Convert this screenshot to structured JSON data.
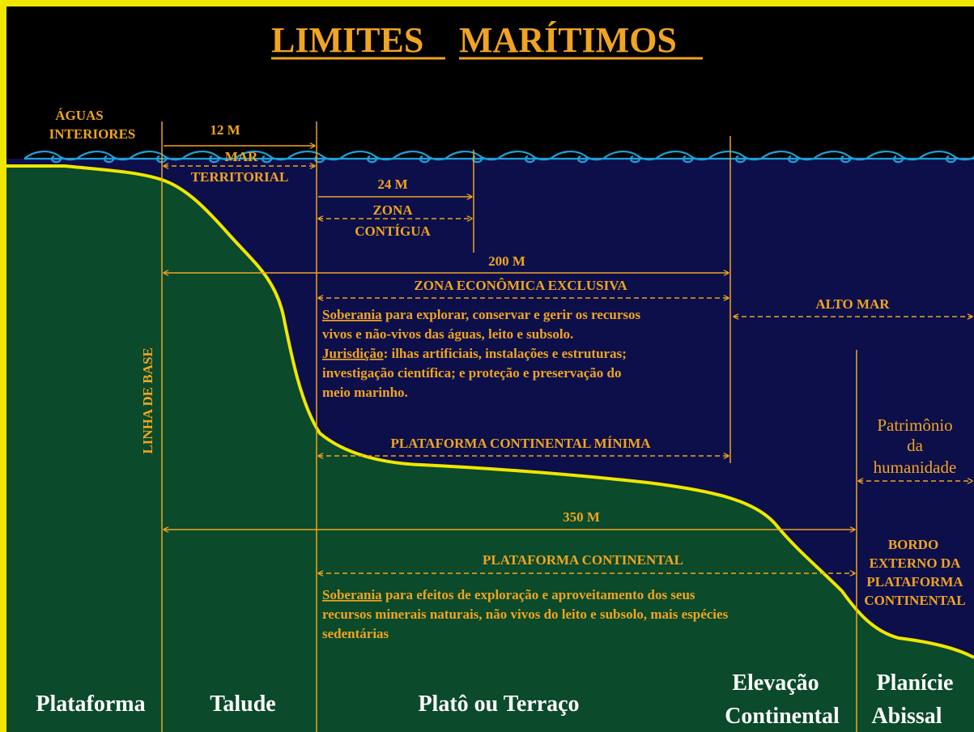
{
  "title_part1": "LIMITES",
  "title_part2": "MARÍTIMOS",
  "zones": {
    "aguas_line1": "ÁGUAS",
    "aguas_line2": "INTERIORES",
    "dist_12": "12  M",
    "mar_line1": "MAR",
    "mar_line2": "TERRITORIAL",
    "dist_24": "24  M",
    "zona_line1": "ZONA",
    "zona_line2": "CONTÍGUA",
    "dist_200": "200  M",
    "zee_label": "ZONA ECONÔMICA  EXCLUSIVA",
    "alto_mar": "ALTO MAR",
    "pcm_label": "PLATAFORMA CONTINENTAL MÍNIMA",
    "dist_350": "350 M",
    "pc_label": "PLATAFORMA CONTINENTAL",
    "linha_base": "LINHA DE BASE"
  },
  "zee_text": {
    "l1_term": "Soberania",
    "l1_rest": " para explorar, conservar e gerir os recursos",
    "l2": "vivos e não-vivos das águas, leito e subsolo.",
    "l3_term": "Jurisdição",
    "l3_rest": ": ilhas artificiais, instalações e estruturas;",
    "l4": "investigação científica; e proteção e preservação do",
    "l5": "meio marinho."
  },
  "pc_text": {
    "l1_term": "Soberania",
    "l1_rest": " para efeitos de exploração e aproveitamento dos seus",
    "l2": "recursos minerais naturais, não vivos do leito e subsolo, mais espécies",
    "l3": "sedentárias"
  },
  "patrimonio": {
    "l1": "Patrimônio",
    "l2": "da",
    "l3": "humanidade"
  },
  "bordo": {
    "l1": "BORDO",
    "l2": "EXTERNO DA",
    "l3": "PLATAFORMA",
    "l4": "CONTINENTAL"
  },
  "regions": {
    "plataforma": "Plataforma",
    "talude": "Talude",
    "plato": "Platô ou Terraço",
    "elevacao_l1": "Elevação",
    "elevacao_l2": "Continental",
    "planicie_l1": "Planície",
    "planicie_l2": "Abissal"
  },
  "colors": {
    "border": "#f0e600",
    "sky": "#000000",
    "sea": "#0c0f4a",
    "land": "#0b4a2a",
    "coast": "#f0e600",
    "labels": "#f0a422",
    "region_text": "#ffffff",
    "wave": "#1e9fd8"
  }
}
